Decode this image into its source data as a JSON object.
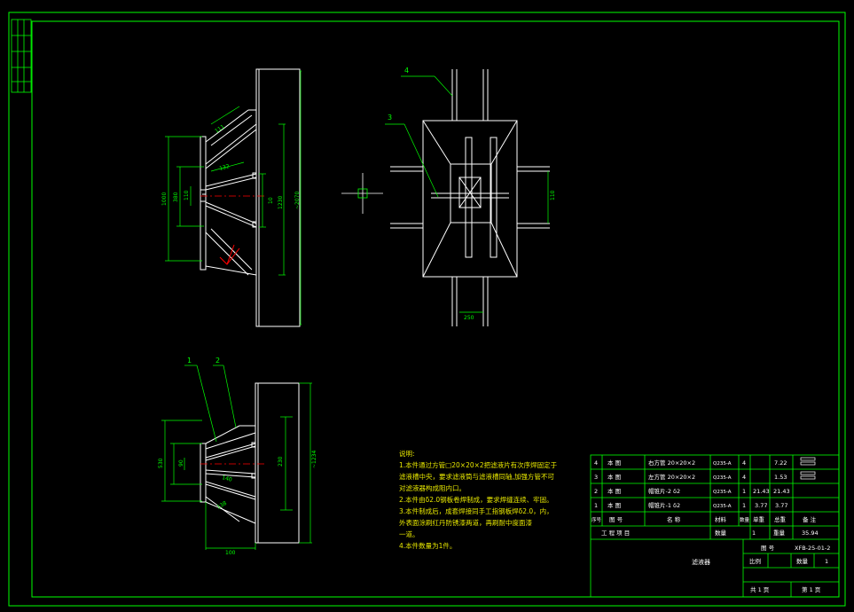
{
  "colors": {
    "background": "#000000",
    "frame": "#00ff00",
    "geometry": "#ffffff",
    "centerline": "#ff0000",
    "dimension": "#00ff00",
    "note_text": "#e8e800",
    "table_text": "#ffffff"
  },
  "callouts": {
    "top_view_4": "4",
    "top_view_3": "3",
    "bottom_1": "1",
    "bottom_2": "2"
  },
  "dimensions": {
    "front": {
      "d111": "111",
      "d132": "132",
      "d1000": "1000",
      "d380": "380",
      "d110": "110",
      "d10": "10",
      "d1230": "1230",
      "d2070": "~2070"
    },
    "plan": {
      "d110": "110",
      "d250": "250"
    },
    "bottom": {
      "d530": "530",
      "d90": "90",
      "d230": "230",
      "d140": "140",
      "d138": "138",
      "d1234": "~1234",
      "d100": "100"
    }
  },
  "notes": {
    "title": "说明:",
    "lines": [
      "1.本件通过方管□20×20×2把滤液片有次序焊固定于",
      "  滤液槽中央，要求滤液筒与滤液槽同轴,加强方管不可",
      "  对滤液器构成阻内口。",
      "2.本件由δ2.0钢板卷焊制成，要求焊缝连续、牢固。",
      "3.本件制成后，成套焊接同手工指钢板焊δ2.0，内，",
      "  外表面涂刷红丹防锈漆两道，再刷耐中度面漆",
      "  一道。",
      "4.本件数量为1件。"
    ]
  },
  "bom": {
    "rows": [
      {
        "no": "4",
        "code": "本 图",
        "name": "右方管 20×20×2",
        "material": "Q235-A",
        "qty": "4",
        "unit_wt": "",
        "total_wt": "7.22",
        "remark": ""
      },
      {
        "no": "3",
        "code": "本 图",
        "name": "左方管 20×20×2",
        "material": "Q235-A",
        "qty": "4",
        "unit_wt": "",
        "total_wt": "1.53",
        "remark": ""
      },
      {
        "no": "2",
        "code": "本 图",
        "name": "帽锥片-2 δ2",
        "material": "Q235-A",
        "qty": "1",
        "unit_wt": "21.43",
        "total_wt": "21.43",
        "remark": ""
      },
      {
        "no": "1",
        "code": "本 图",
        "name": "帽锥片-1 δ2",
        "material": "Q235-A",
        "qty": "1",
        "unit_wt": "3.77",
        "total_wt": "3.77",
        "remark": ""
      }
    ],
    "header": {
      "no": "序号",
      "code": "图 号",
      "name": "名 称",
      "material": "材料",
      "qty": "数量",
      "unit_wt": "单重",
      "total_wt": "总重",
      "remark": "备 注"
    },
    "project_label": "工 程 项 目",
    "qty_label": "数量",
    "qty_value": "1",
    "weight_label": "重量",
    "weight_value": "35.94"
  },
  "title_block": {
    "drawing_no_label": "图 号",
    "drawing_no": "XFB-25-01-2",
    "part_name": "滤液器",
    "scale_label": "比例",
    "scale_value": "",
    "sheet_label": "数量",
    "sheet_value": "1",
    "total_sheets": "共 1 页",
    "this_sheet": "第 1 页"
  }
}
